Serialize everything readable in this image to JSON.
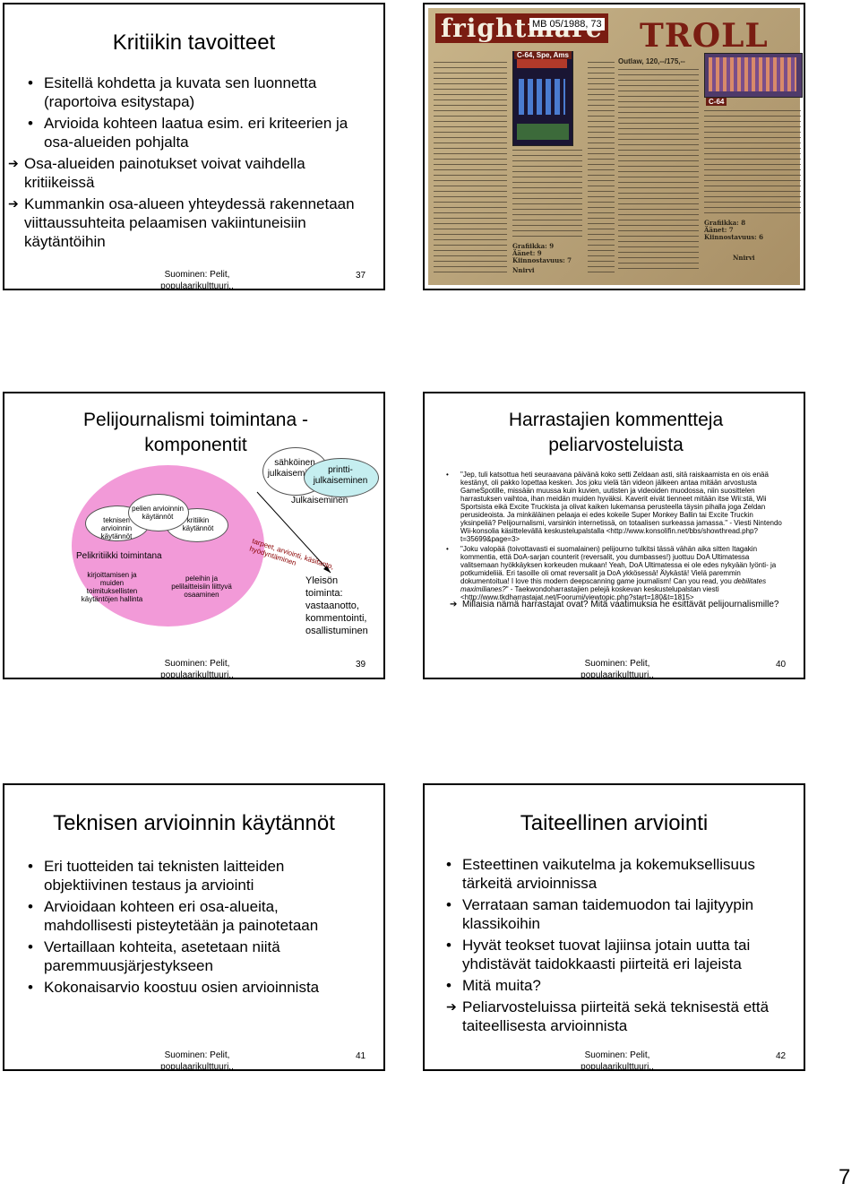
{
  "page_number": "7",
  "slide37": {
    "title": "Kritiikin tavoitteet",
    "bullets": [
      {
        "type": "dot",
        "text": "Esitellä kohdetta ja kuvata sen luonnetta (raportoiva esitystapa)"
      },
      {
        "type": "dot",
        "text": "Arvioida kohteen laatua esim. eri kriteerien ja osa-alueiden pohjalta"
      },
      {
        "type": "arrow",
        "text": "Osa-alueiden painotukset voivat vaihdella kritiikeissä"
      },
      {
        "type": "arrow",
        "text": "Kummankin osa-alueen yhteydessä rakennetaan viittaussuhteita pelaamisen vakiintuneisiin käytäntöihin"
      }
    ],
    "footer_1": "Suominen: Pelit,",
    "footer_2": "populaarikulttuuri..",
    "number": "37"
  },
  "slide38": {
    "source_label": "MB 05/1988, 73",
    "mag_left_title": "frightmare",
    "mag_price_1": "C-64, Spe, Ams",
    "mag_price_2": "Outlaw, 120,--/175,--",
    "mag_right_title": "TROLL",
    "mag_c64": "C-64",
    "ratings_left": [
      "Grafiikka: 9",
      "Äänet: 9",
      "Kiinnostavuus: 7"
    ],
    "ratings_left_sign": "Nnirvi",
    "ratings_right": [
      "Grafiikka: 8",
      "Äänet: 7",
      "Kiinnostavuus: 6"
    ],
    "ratings_right_sign": "Nnirvi"
  },
  "slide39": {
    "title_1": "Pelijournalismi toimintana -",
    "title_2": "komponentit",
    "bubble_sahko": "sähköinen julkaiseminen",
    "bubble_printti_1": "printti-",
    "bubble_printti_2": "julkaiseminen",
    "label_julkaiseminen": "Julkaiseminen",
    "label_arrow": "tarpeet, arviointi, käsitanto, hyödyntäminen",
    "label_pelien_1": "pelien arvioinnin",
    "label_pelien_2": "käytännöt",
    "label_teknisen": "teknisen arvioinnin käytännöt",
    "label_kritiikin": "kritiikin käytännöt",
    "label_pelikritiikki": "Pelikritiikki toimintana",
    "label_kirjoittaminen": "kirjoittamisen ja muiden toimituksellisten käytäntöjen hallinta",
    "label_peleihin": "peleihin ja pelilaitteisiin liittyvä osaaminen",
    "yleison": [
      "Yleisön",
      "toiminta:",
      "vastaanotto,",
      "kommentointi,",
      "osallistuminen"
    ],
    "footer_1": "Suominen: Pelit,",
    "footer_2": "populaarikulttuuri..",
    "number": "39"
  },
  "slide40": {
    "title_1": "Harrastajien kommentteja",
    "title_2": "peliarvosteluista",
    "quote_1": "\"Jep, tuli katsottua heti seuraavana päivänä koko setti Zeldaan asti, sitä raiskaamista en ois enää kestänyt, oli pakko lopettaa kesken. Jos joku vielä tän videon jälkeen antaa mitään arvostusta GameSpotille, missään muussa kuin kuvien, uutisten ja videoiden muodossa, niin suosittelen harrastuksen vaihtoa, ihan meidän muiden hyväksi. Kaverit eivät tienneet mitään itse Wii:stä, Wii Sportsista eikä Excite Truckista ja olivat kaiken lukemansa perusteella täysin pihalla joga Zeldan perusideoista. Ja minkäläinen pelaaja ei edes kokeile Super Monkey Ballin tai Excite Truckin yksinpeliä? Pelijournalismi, varsinkin internetissä, on totaalisen surkeassa jamassa.\" - Viesti Nintendo Wii-konsolia käsittelevällä keskustelupalstalla <http://www.konsolifin.net/bbs/showthread.php?t=35699&page=3>",
    "quote_2_a": "\"Joku valopää (toivottavasti ei suomalainen) pelijourno tulkitsi tässä vähän aika sitten Itagakin kommentia, että DoA-sarjan counterit (reversalit, you dumbasses!) juottuu DoA Ultimatessa valitsemaan hyökkäyksen korkeuden mukaan! Yeah, DoA Ultimatessa ei ole edes nykyään lyönti- ja potkumideliiä. Eri tasoille oli omat reversalit ja DoA ykkösessä! Älykästä! Vielä paremmin dokumentoitua! I love this modern deepscanning game journalism! Can you read, you ",
    "quote_2_em": "debilitates maximilianes?",
    "quote_2_b": "\" - Taekwondoharrastajien pelejä koskevan keskustelupalstan viesti <http://www.tkdharrastajat.net/Foorumi/viewtopic.php?start=180&t=1815>",
    "question": "Millaisia nämä harrastajat ovat? Mitä vaatimuksia he esittävät pelijournalismille?",
    "footer_1": "Suominen: Pelit,",
    "footer_2": "populaarikulttuuri..",
    "number": "40"
  },
  "slide41": {
    "title": "Teknisen arvioinnin käytännöt",
    "bullets": [
      "Eri tuotteiden tai teknisten laitteiden objektiivinen testaus ja arviointi",
      "Arvioidaan kohteen eri osa-alueita, mahdollisesti pisteytetään ja painotetaan",
      "Vertaillaan kohteita, asetetaan niitä paremmuusjärjestykseen",
      "Kokonaisarvio koostuu osien arvioinnista"
    ],
    "footer_1": "Suominen: Pelit,",
    "footer_2": "populaarikulttuuri..",
    "number": "41"
  },
  "slide42": {
    "title": "Taiteellinen arviointi",
    "bullets": [
      {
        "type": "dot",
        "text": "Esteettinen vaikutelma ja kokemuksellisuus tärkeitä arvioinnissa"
      },
      {
        "type": "dot",
        "text": "Verrataan saman taidemuodon tai lajityypin klassikoihin"
      },
      {
        "type": "dot",
        "text": "Hyvät teokset tuovat lajiinsa jotain uutta tai yhdistävät taidokkaasti piirteitä eri lajeista"
      },
      {
        "type": "dot",
        "text": "Mitä muita?"
      },
      {
        "type": "arrow",
        "text": "Peliarvosteluissa piirteitä sekä teknisestä että taiteellisesta arvioinnista"
      }
    ],
    "footer_1": "Suominen: Pelit,",
    "footer_2": "populaarikulttuuri..",
    "number": "42"
  }
}
